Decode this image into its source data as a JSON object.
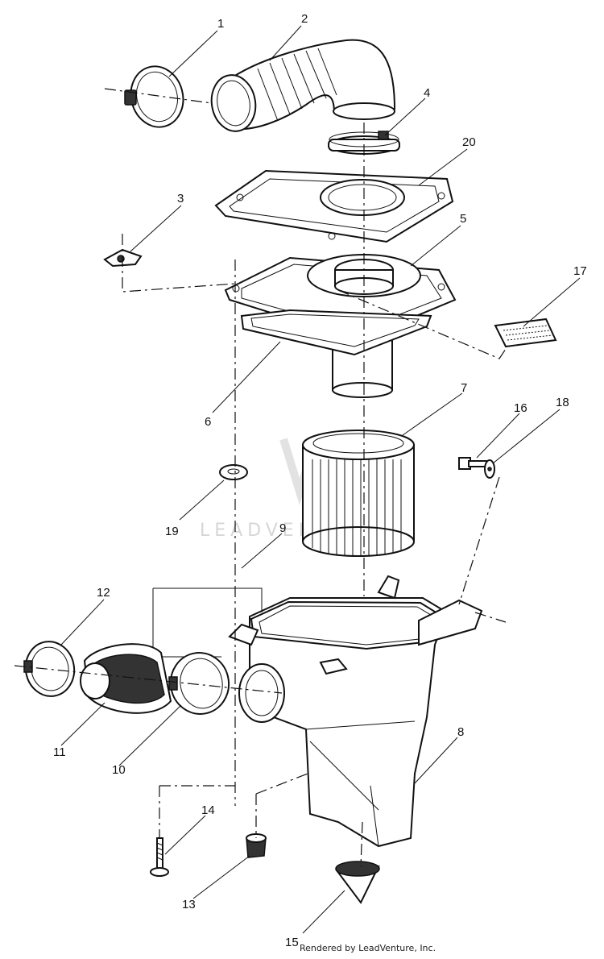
{
  "diagram": {
    "watermark_text": "LEADVENTURE",
    "footer": "Rendered by LeadVenture, Inc.",
    "callouts": [
      "1",
      "2",
      "3",
      "4",
      "5",
      "6",
      "7",
      "8",
      "9",
      "10",
      "11",
      "12",
      "13",
      "14",
      "15",
      "16",
      "17",
      "18",
      "19",
      "20"
    ]
  },
  "colors": {
    "ink": "#111111",
    "paper": "#ffffff",
    "watermark": "#d6d6d6"
  }
}
